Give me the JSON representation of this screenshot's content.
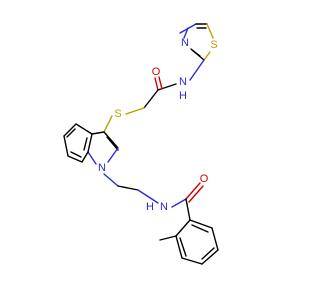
{
  "molecule": {
    "atoms": {
      "S_thiazole": {
        "label": "S",
        "color": "#b8a400"
      },
      "N_thiazole": {
        "label": "N",
        "color": "#2a2ad8"
      },
      "O_amide1": {
        "label": "O",
        "color": "#d40000"
      },
      "N_amide1": {
        "label": "N",
        "color": "#2a2ad8"
      },
      "H_amide1": {
        "label": "H",
        "color": "#2a2ad8"
      },
      "S_thioether": {
        "label": "S",
        "color": "#b8a400"
      },
      "N_indole": {
        "label": "N",
        "color": "#2a2ad8"
      },
      "N_amide2": {
        "label": "N",
        "color": "#2a2ad8"
      },
      "H_amide2": {
        "label": "H",
        "color": "#2a2ad8"
      },
      "O_amide2": {
        "label": "O",
        "color": "#d40000"
      }
    }
  }
}
